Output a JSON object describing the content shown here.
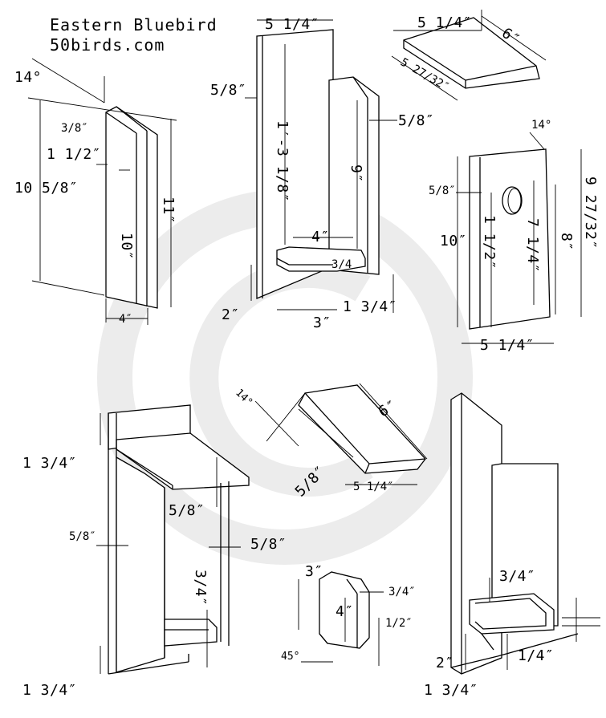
{
  "header": {
    "title": "Eastern Bluebird",
    "site": "50birds.com"
  },
  "side_view": {
    "angle": "14°",
    "thickness": "3/8″",
    "offset": "1 1/2″",
    "total_height": "10 5/8″",
    "front_height": "10″",
    "back_height": "11″",
    "width": "4″"
  },
  "back_front": {
    "back_width": "5 1/4″",
    "thickness_left": "5/8″",
    "back_height": "1′-3 1/8″",
    "front_thickness": "5/8″",
    "front_height": "9″",
    "floor_width": "4″",
    "floor_thickness": "3/4",
    "bottom_offset": "2″",
    "floor_depth": "3″",
    "front_offset": "1 3/4″"
  },
  "roof": {
    "width": "5 1/4″",
    "depth": "6″",
    "diagonal": "5 27/32″"
  },
  "front_panel": {
    "angle": "14°",
    "thickness": "5/8″",
    "hole_offset": "1 1/2″",
    "front_height": "10″",
    "hole_drop": "7 1/4″",
    "inner_height": "8″",
    "total_height": "9 27/32″",
    "width": "5 1/4″"
  },
  "assembly_left": {
    "top_overhang": "1 3/4″",
    "roof_thickness": "5/8″",
    "wall_left": "5/8″",
    "wall_right": "5/8″",
    "floor_thickness": "3/4″",
    "bottom_offset": "1 3/4″"
  },
  "roof_detail": {
    "angle": "14°",
    "thickness": "5/8″",
    "depth": "6″",
    "width": "5 1/4″"
  },
  "floor_detail": {
    "height": "3″",
    "width": "4″",
    "thickness": "3/4″",
    "lip": "1/2″",
    "angle": "45°"
  },
  "assembly_right": {
    "floor_thickness": "3/4″",
    "bottom_offset": "2″",
    "recess": "1/4″",
    "front_offset": "1 3/4″"
  }
}
